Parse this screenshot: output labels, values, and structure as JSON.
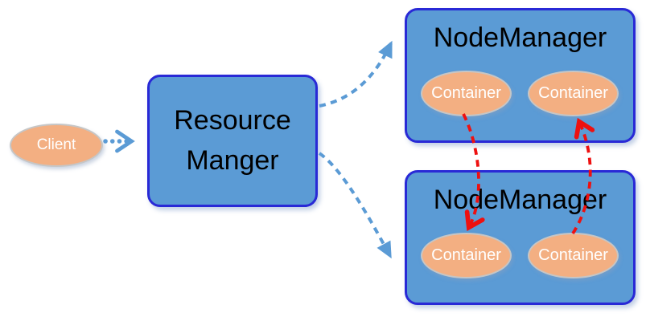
{
  "diagram": {
    "client": {
      "label": "Client"
    },
    "resource_manager": {
      "label_line1": "Resource",
      "label_line2": "Manger"
    },
    "node_managers": [
      {
        "title": "NodeManager",
        "containers": [
          {
            "label": "Container"
          },
          {
            "label": "Container"
          }
        ]
      },
      {
        "title": "NodeManager",
        "containers": [
          {
            "label": "Container"
          },
          {
            "label": "Container"
          }
        ]
      }
    ],
    "edges": [
      {
        "from": "client",
        "to": "resource-manager",
        "style": "dotted-blue-arrow"
      },
      {
        "from": "resource-manager",
        "to": "node-manager-top",
        "style": "dashed-blue-arrow"
      },
      {
        "from": "resource-manager",
        "to": "node-manager-bottom",
        "style": "dashed-blue-arrow"
      },
      {
        "from": "container-top-left",
        "to": "container-bottom-left",
        "style": "dashed-red-arrow"
      },
      {
        "from": "container-bottom-right",
        "to": "container-top-right",
        "style": "dashed-red-arrow"
      }
    ],
    "colors": {
      "box_fill": "#5B9BD5",
      "box_border": "#2929D6",
      "ellipse_fill": "#F3AF82",
      "ellipse_border": "#C6C6C6",
      "ellipse_text": "#FFFFFF",
      "title_text": "#000000",
      "arrow_blue": "#5B9BD5",
      "arrow_red": "#EE1010"
    }
  }
}
